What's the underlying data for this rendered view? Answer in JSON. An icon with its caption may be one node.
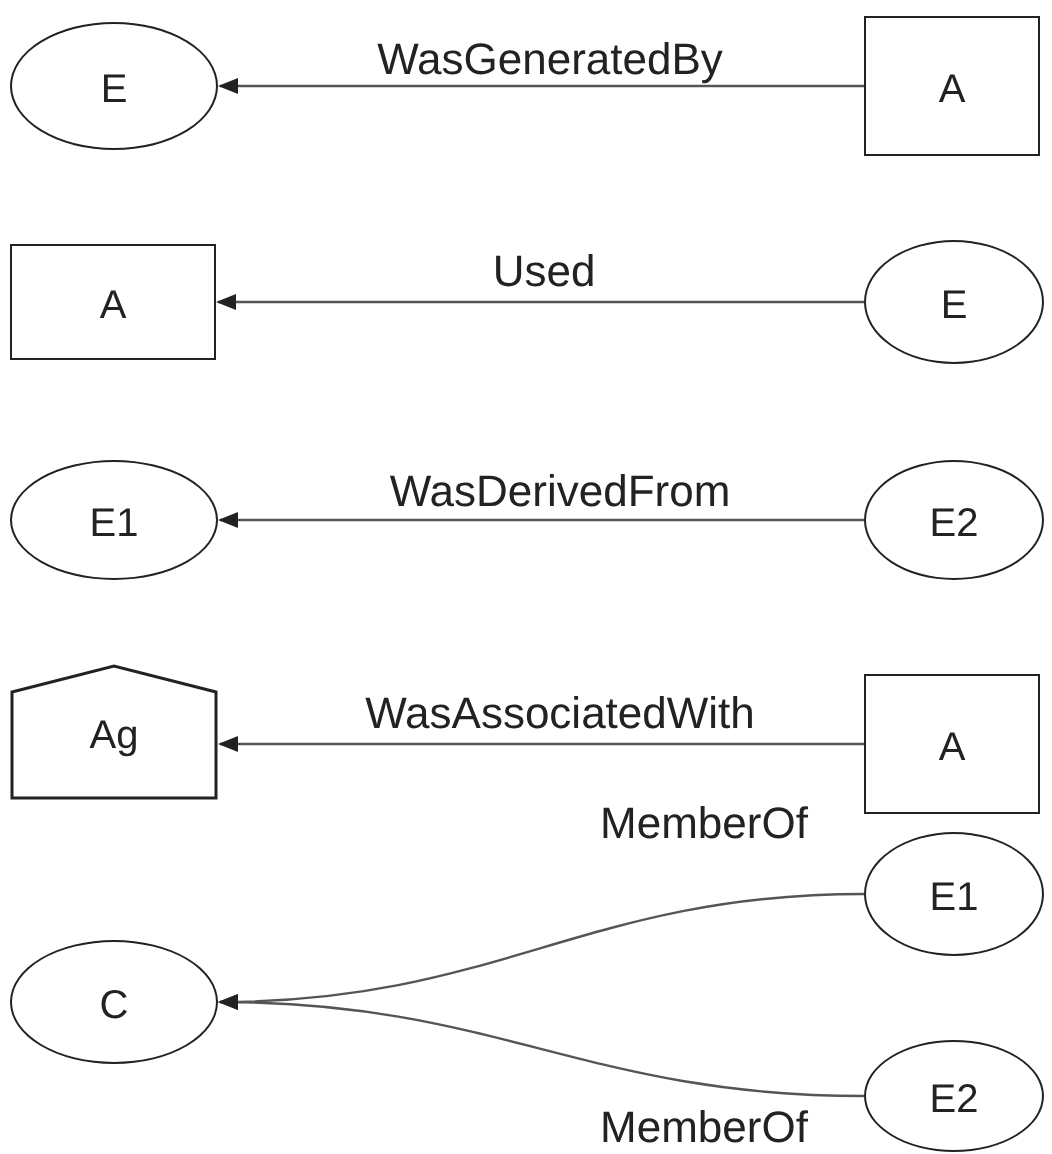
{
  "diagram": {
    "nodes": [
      {
        "text": [
          "E"
        ]
      },
      {
        "text": [
          "A"
        ]
      },
      {
        "text": [
          "A"
        ]
      },
      {
        "text": [
          "E"
        ]
      },
      {
        "text": [
          "E1"
        ]
      },
      {
        "text": [
          "E2"
        ]
      },
      {
        "text": [
          "Ag"
        ]
      },
      {
        "text": [
          "A"
        ]
      },
      {
        "text": [
          "E1"
        ]
      },
      {
        "text": [
          "C"
        ]
      },
      {
        "text": [
          "E2"
        ]
      }
    ],
    "edges": [
      {
        "from": 1,
        "to": 0,
        "arrow": "to",
        "label": "WasGeneratedBy"
      },
      {
        "from": 3,
        "to": 2,
        "arrow": "to",
        "label": "Used"
      },
      {
        "from": 5,
        "to": 4,
        "arrow": "to",
        "label": "WasDerivedFrom"
      },
      {
        "from": 7,
        "to": 6,
        "arrow": "to",
        "label": "WasAssociatedWith"
      },
      {
        "from": 8,
        "to": 9,
        "arrow": "to",
        "label": "MemberOf"
      },
      {
        "from": 10,
        "to": 9,
        "arrow": "to",
        "label": "MemberOf"
      }
    ]
  }
}
